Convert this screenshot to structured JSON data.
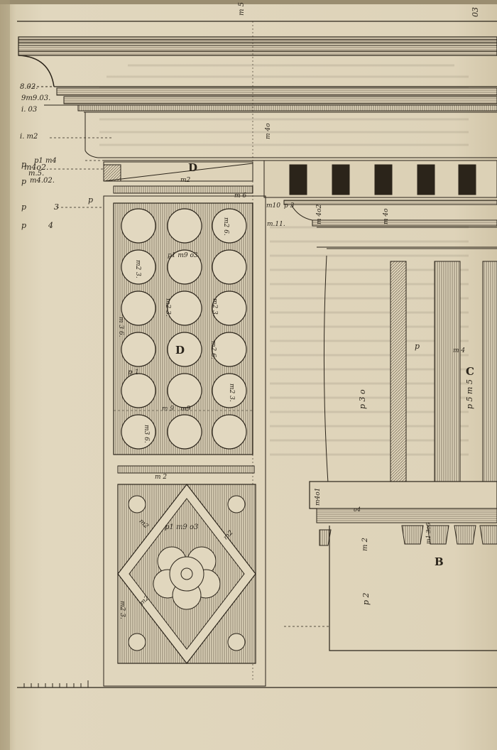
{
  "letters": {
    "d_entablature": "D",
    "d_coffer": "D",
    "c_shaft": "C",
    "b_base": "B"
  },
  "scale": {
    "top_m5": "m 5",
    "top_right": "03",
    "left": [
      "8.02.",
      "9m9.03.",
      "i. 03",
      "i. m2",
      "p1 m4",
      "m4o2.",
      "m.5.",
      "m4.02.",
      "3",
      "4"
    ],
    "left_p": [
      "p",
      "p",
      "p",
      "p"
    ],
    "left_mid": "p",
    "panel": [
      "m2",
      "m 4o",
      "m 6",
      "m10",
      "p 3",
      "m.11."
    ]
  },
  "upper_dims": [
    "m2 6.",
    "m2 3.",
    "m2 3.",
    "p1 m9 o3",
    "m2 3.",
    "m9",
    "m3 6.",
    "m2 3.",
    "m2 6.",
    "p 1",
    "m 9",
    "m 3 6."
  ],
  "lower_dims": [
    "m 2",
    "m2",
    "p1 m9 o3",
    "m2",
    "m2",
    "m2 3."
  ],
  "shaft_dims": [
    "m 4o2",
    "m 4o",
    "p 3 o",
    "p",
    "m 4",
    "p 5 m 5"
  ],
  "base_dims": [
    "m4o1",
    "o4",
    "m 2",
    "p 2",
    "m1 3o5"
  ]
}
